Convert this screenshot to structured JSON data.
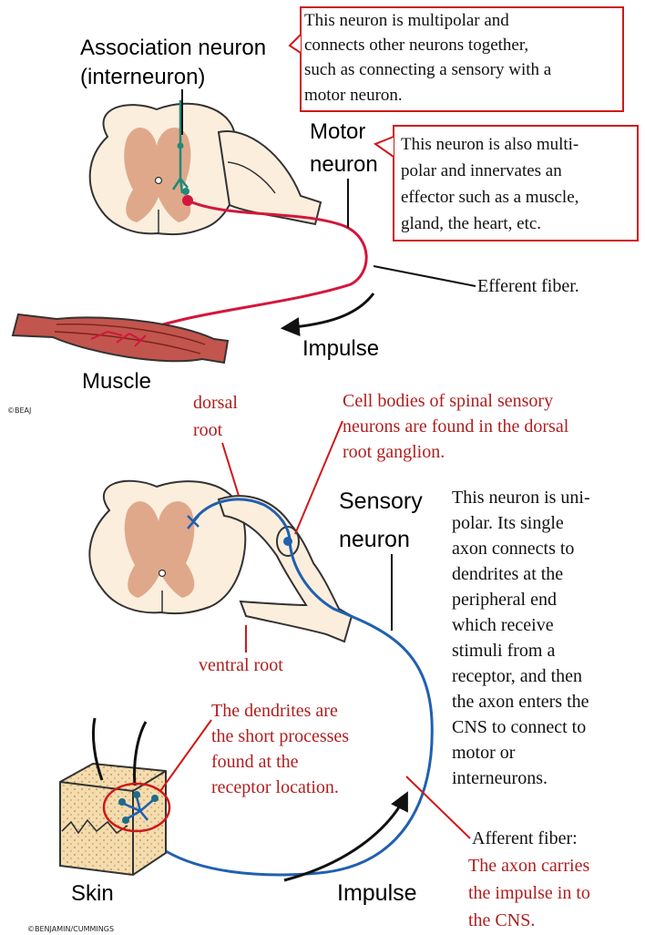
{
  "top": {
    "association_label": [
      "Association neuron",
      "(interneuron)"
    ],
    "association_note": [
      "This neuron is multipolar and",
      "connects other neurons together,",
      "such as connecting a sensory with a",
      "motor neuron."
    ],
    "motor_label": [
      "Motor",
      "neuron"
    ],
    "motor_note": [
      "This neuron is also multi-",
      "polar and innervates an",
      "effector such as a muscle,",
      "gland, the heart, etc."
    ],
    "efferent_label": "Efferent fiber.",
    "impulse_label": "Impulse",
    "muscle_label": "Muscle",
    "credit": "©BEAJ"
  },
  "bottom": {
    "dorsal_root_label": [
      "dorsal",
      "root"
    ],
    "cell_bodies_note": [
      "Cell bodies of spinal sensory",
      "neurons are found in the dorsal",
      "root ganglion."
    ],
    "sensory_label": [
      "Sensory",
      "neuron"
    ],
    "sensory_note": [
      "This neuron is uni-",
      "polar.  Its single",
      "axon connects to",
      "dendrites at the",
      "peripheral end",
      "which receive",
      "stimuli from a",
      "receptor, and then",
      "the axon enters the",
      "CNS to connect to",
      "motor or",
      "interneurons."
    ],
    "ventral_root_label": "ventral root",
    "dendrites_note": [
      "The dendrites are",
      "the short processes",
      "found at the",
      "receptor location."
    ],
    "afferent_label": "Afferent fiber:",
    "afferent_note": [
      "The axon carries",
      "the impulse in to",
      "the CNS."
    ],
    "skin_label": "Skin",
    "impulse_label": "Impulse",
    "credit": "©BENJAMIN/CUMMINGS"
  },
  "colors": {
    "motor_neuron": "#d4163c",
    "sensory_neuron": "#2060b0",
    "interneuron": "#1f8a7a",
    "note_box_border": "#d01818",
    "annotation_text": "#b01e1e",
    "gray_matter": "#e0a88a",
    "cord_fill": "#fbeedd"
  }
}
